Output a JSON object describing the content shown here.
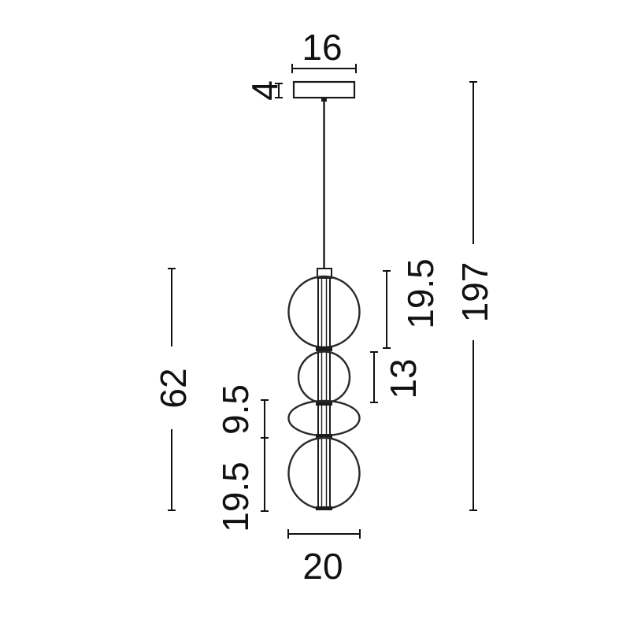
{
  "dimensions": {
    "canopy_width": "16",
    "canopy_height": "4",
    "total_height": "197",
    "body_height": "62",
    "top_globe_height": "19.5",
    "middle_globe_height": "13",
    "flat_disc_height": "9.5",
    "bottom_globe_height": "19.5",
    "body_width": "20"
  }
}
